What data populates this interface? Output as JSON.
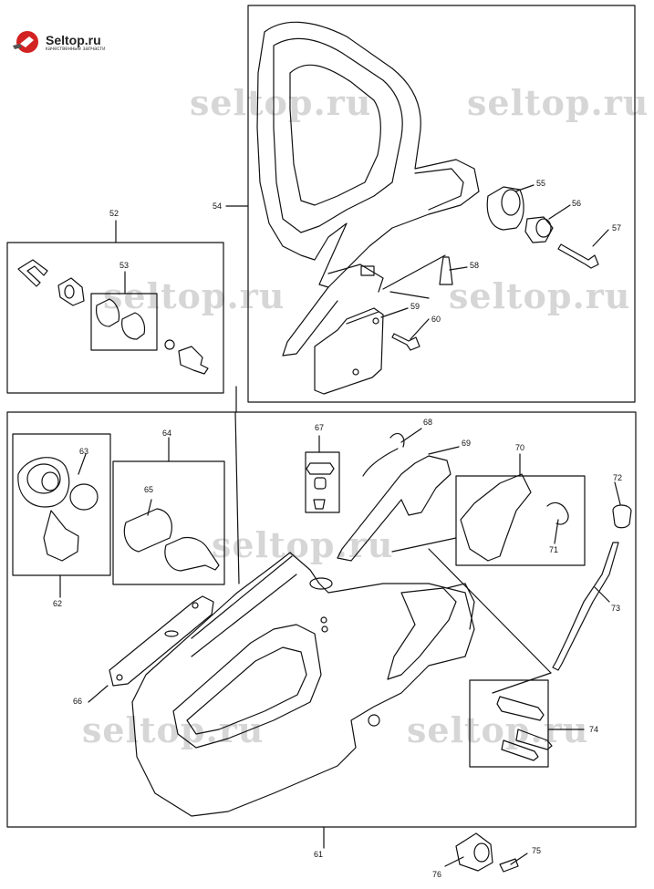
{
  "brand": {
    "name": "Seltop.ru",
    "tagline": "качественные запчасти",
    "watermark": "seltop.ru"
  },
  "callouts": [
    "52",
    "53",
    "54",
    "55",
    "56",
    "57",
    "58",
    "59",
    "60",
    "61",
    "62",
    "63",
    "64",
    "65",
    "66",
    "67",
    "68",
    "69",
    "70",
    "71",
    "72",
    "73",
    "74",
    "75",
    "76"
  ],
  "colors": {
    "line": "#111111",
    "watermark": "#d6d6d6",
    "logo_red": "#d22222"
  }
}
